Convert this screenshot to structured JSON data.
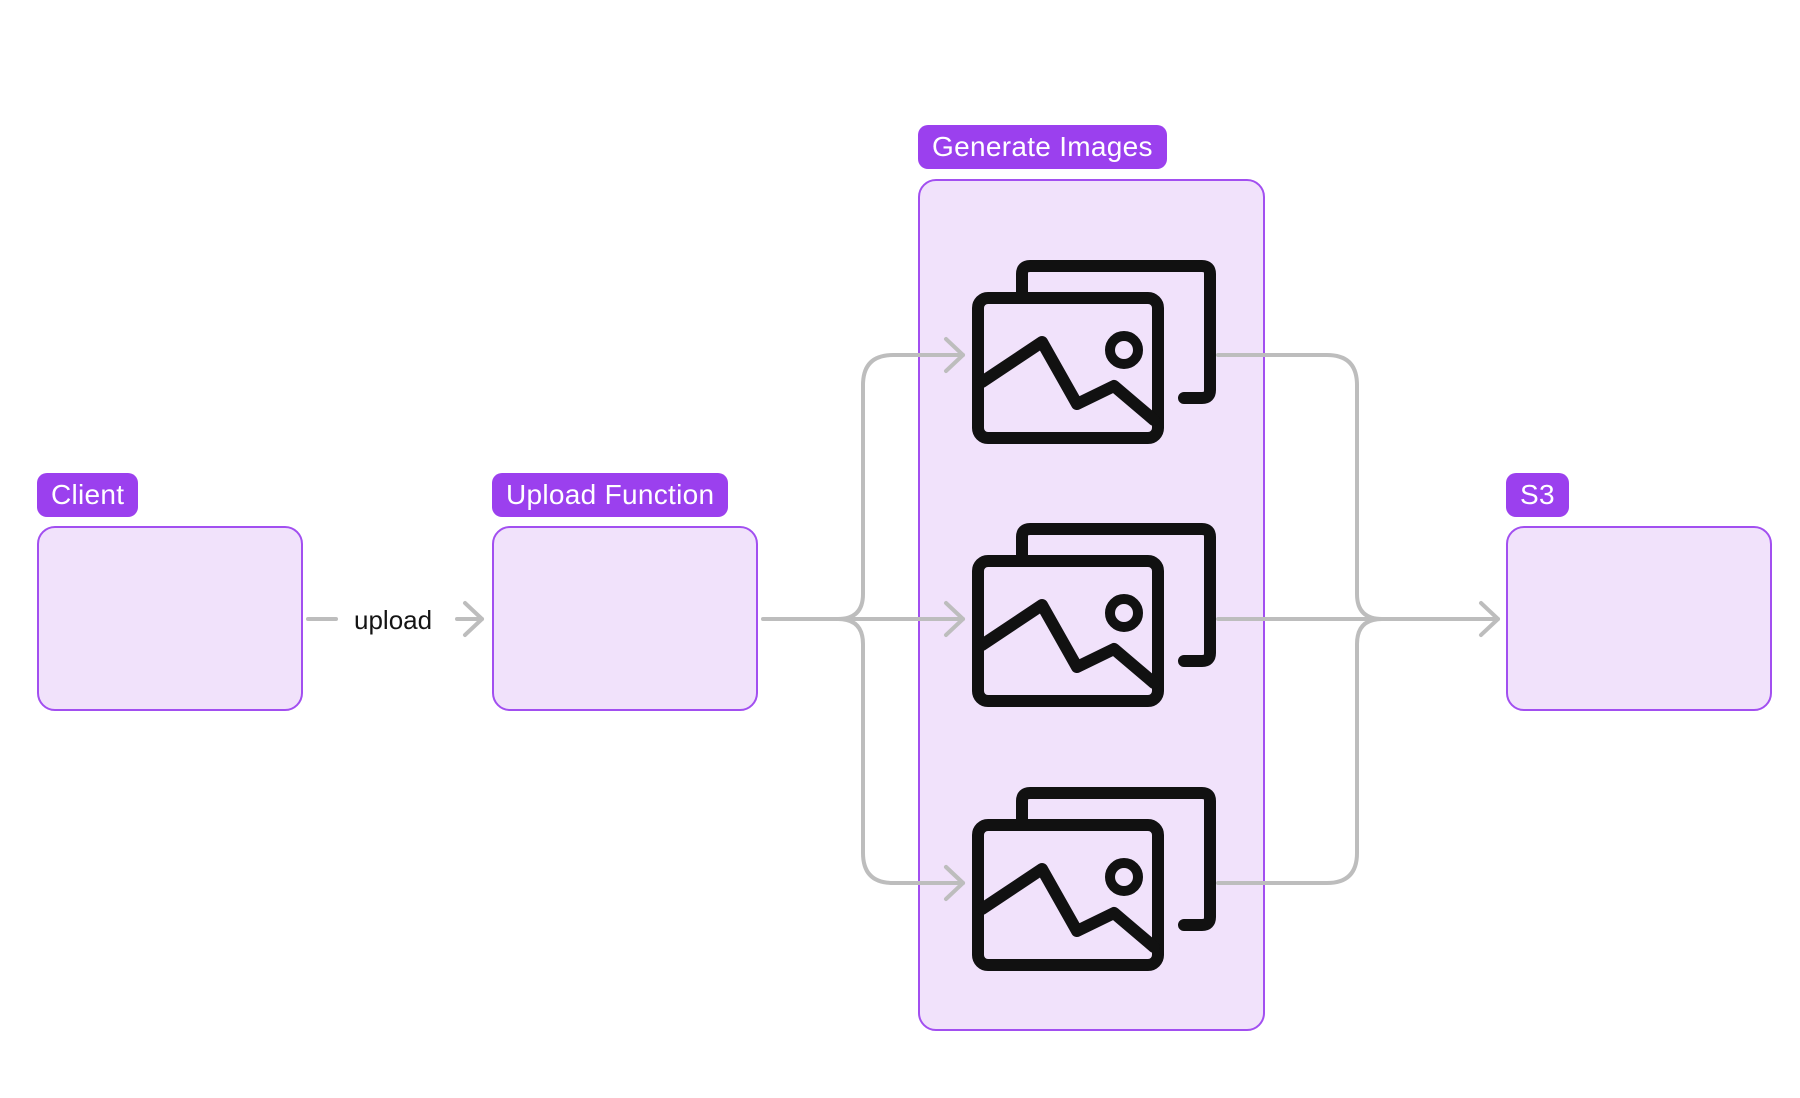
{
  "nodes": {
    "client": {
      "label": "Client"
    },
    "upload_function": {
      "label": "Upload Function"
    },
    "generate_images": {
      "label": "Generate Images"
    },
    "s3": {
      "label": "S3"
    }
  },
  "edges": {
    "client_to_upload": {
      "label": "upload"
    }
  },
  "icons": [
    "image-stack-icon",
    "image-stack-icon",
    "image-stack-icon"
  ],
  "colors": {
    "tag_background": "#9b40ee",
    "box_fill": "#f1e2fb",
    "box_border": "#a24ff0",
    "connector": "#bdbdbd",
    "icon": "#111111"
  }
}
